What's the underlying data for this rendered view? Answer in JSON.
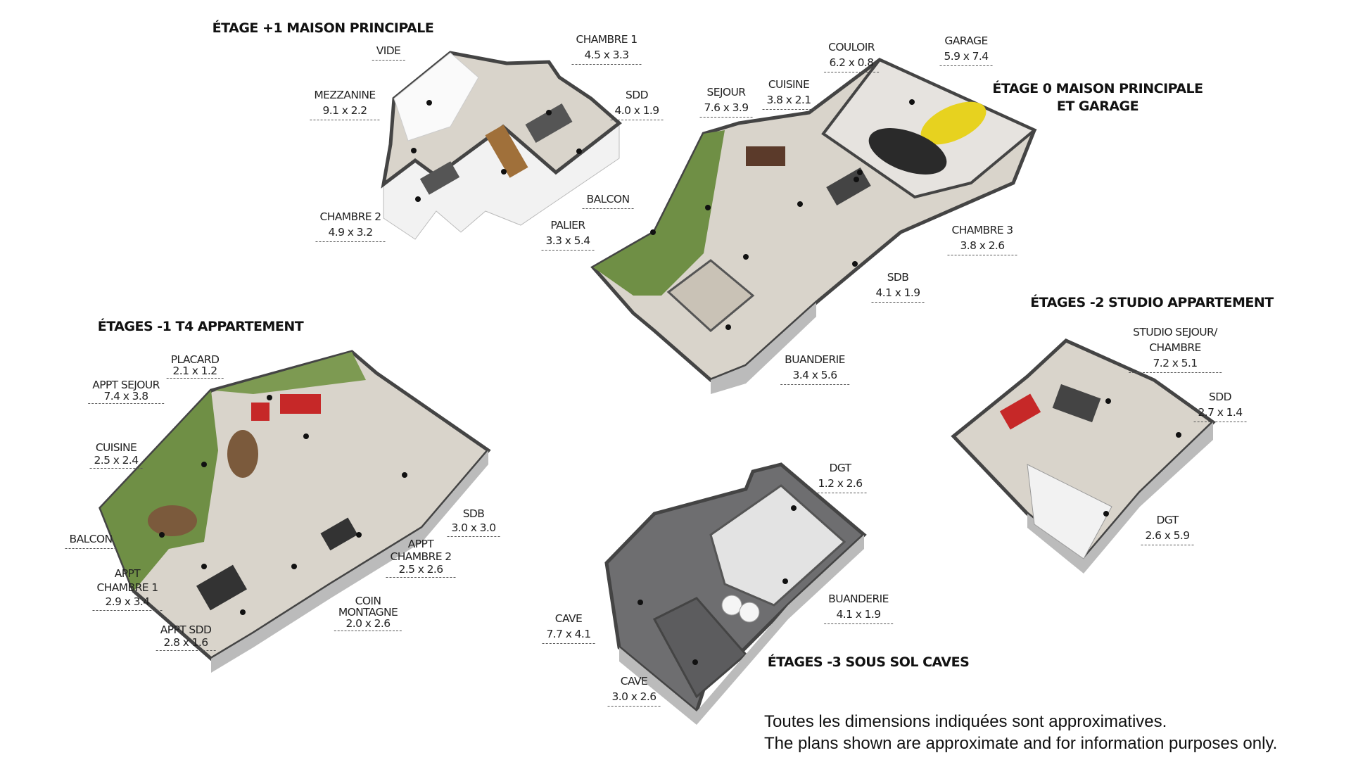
{
  "floors": [
    {
      "title": "ÉTAGE +1 MAISON PRINCIPALE",
      "rooms": [
        {
          "name": "VIDE",
          "dim": ""
        },
        {
          "name": "CHAMBRE 1",
          "dim": "4.5 x 3.3"
        },
        {
          "name": "MEZZANINE",
          "dim": "9.1 x 2.2"
        },
        {
          "name": "SDD",
          "dim": "4.0 x 1.9"
        },
        {
          "name": "CHAMBRE 2",
          "dim": "4.9 x 3.2"
        },
        {
          "name": "PALIER",
          "dim": "3.3 x 5.4"
        }
      ]
    },
    {
      "title_line1": "ÉTAGE 0 MAISON PRINCIPALE",
      "title_line2": "ET GARAGE",
      "rooms": [
        {
          "name": "BALCON",
          "dim": ""
        },
        {
          "name": "SEJOUR",
          "dim": "7.6 x 3.9"
        },
        {
          "name": "CUISINE",
          "dim": "3.8 x 2.1"
        },
        {
          "name": "COULOIR",
          "dim": "6.2 x 0.8"
        },
        {
          "name": "GARAGE",
          "dim": "5.9 x 7.4"
        },
        {
          "name": "CHAMBRE 3",
          "dim": "3.8 x 2.6"
        },
        {
          "name": "SDB",
          "dim": "4.1 x 1.9"
        },
        {
          "name": "BUANDERIE",
          "dim": "3.4 x 5.6"
        }
      ]
    },
    {
      "title": "ÉTAGES -1 T4 APPARTEMENT",
      "rooms": [
        {
          "name": "PLACARD",
          "dim": "2.1 x 1.2"
        },
        {
          "name": "APPT SEJOUR",
          "dim": "7.4 x 3.8"
        },
        {
          "name": "CUISINE",
          "dim": "2.5 x 2.4"
        },
        {
          "name": "BALCON",
          "dim": ""
        },
        {
          "name": "APPT CHAMBRE 1",
          "name1": "APPT",
          "name2": "CHAMBRE 1",
          "dim": "2.9 x 3.4"
        },
        {
          "name": "APPT SDD",
          "dim": "2.8 x 1.6"
        },
        {
          "name": "COIN MONTAGNE",
          "name1": "COIN",
          "name2": "MONTAGNE",
          "dim": "2.0 x 2.6"
        },
        {
          "name": "APPT CHAMBRE 2",
          "name1": "APPT",
          "name2": "CHAMBRE 2",
          "dim": "2.5 x 2.6"
        },
        {
          "name": "SDB",
          "dim": "3.0 x 3.0"
        }
      ]
    },
    {
      "title": "ÉTAGES -2 STUDIO APPARTEMENT",
      "rooms": [
        {
          "name": "STUDIO SEJOUR/ CHAMBRE",
          "name1": "STUDIO SEJOUR/",
          "name2": "CHAMBRE",
          "dim": "7.2 x 5.1"
        },
        {
          "name": "SDD",
          "dim": "2.7 x 1.4"
        },
        {
          "name": "DGT",
          "dim": "2.6 x 5.9"
        }
      ]
    },
    {
      "title": "ÉTAGES -3 SOUS SOL CAVES",
      "rooms": [
        {
          "name": "DGT",
          "dim": "1.2 x 2.6"
        },
        {
          "name": "BUANDERIE",
          "dim": "4.1 x 1.9"
        },
        {
          "name": "CAVE",
          "dim": "7.7 x 4.1"
        },
        {
          "name": "CAVE",
          "dim": "3.0 x 2.6"
        }
      ]
    }
  ],
  "footer": {
    "line_fr": "Toutes les dimensions indiquées sont approximatives.",
    "line_en": "The plans shown are approximate and for information purposes only."
  },
  "colors": {
    "floor": "#d9d4cb",
    "grass": "#6f8f45",
    "wall": "#444444",
    "cave": "#6e6e70",
    "rail": "#a0703a"
  }
}
